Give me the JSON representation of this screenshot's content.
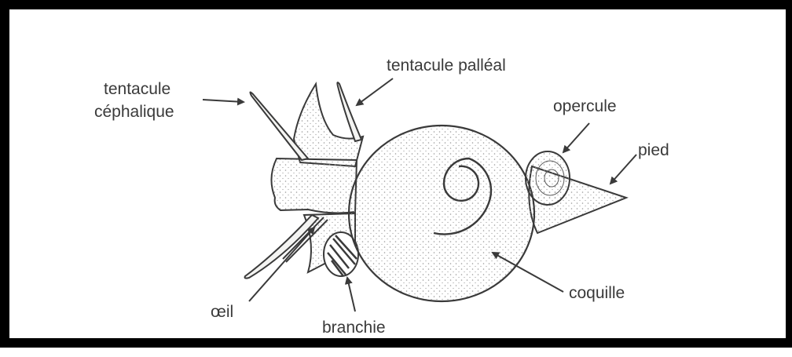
{
  "colors": {
    "frame": "#000000",
    "ink": "#3a3a3a",
    "fill": "#f4f4f2",
    "stipple": "#9a9a9a"
  },
  "labels": {
    "tentacule_cephalique_line1": "tentacule",
    "tentacule_cephalique_line2": "céphalique",
    "tentacule_palleal": "tentacule palléal",
    "opercule": "opercule",
    "pied": "pied",
    "oeil": "œil",
    "branchie": "branchie",
    "coquille": "coquille"
  }
}
